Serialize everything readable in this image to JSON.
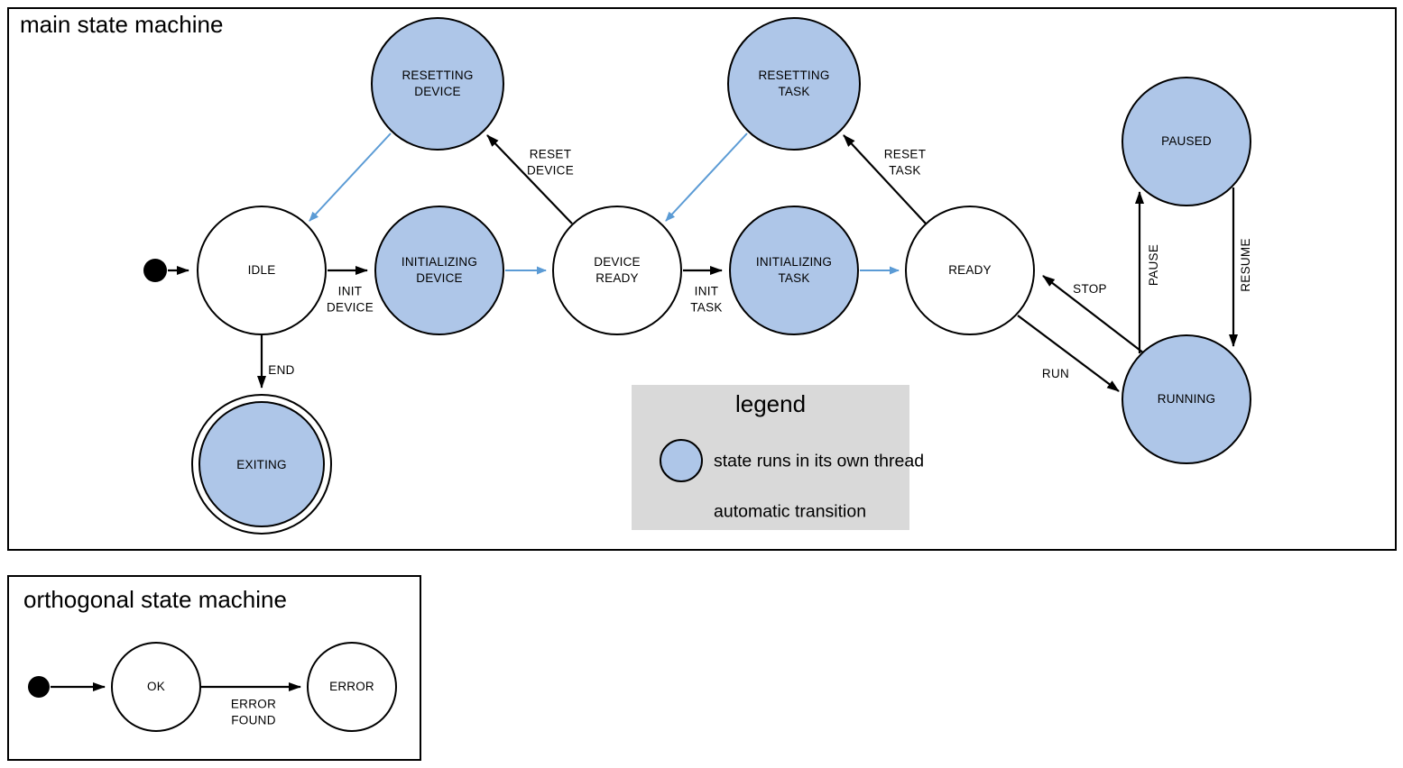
{
  "main": {
    "title": "main state machine",
    "states": {
      "idle": "IDLE",
      "initializing_device": "INITIALIZING DEVICE",
      "device_ready": "DEVICE READY",
      "initializing_task": "INITIALIZING TASK",
      "ready": "READY",
      "resetting_device": "RESETTING DEVICE",
      "resetting_task": "RESETTING TASK",
      "paused": "PAUSED",
      "running": "RUNNING",
      "exiting": "EXITING"
    },
    "transitions": {
      "init_device": "INIT DEVICE",
      "init_task": "INIT TASK",
      "reset_device": "RESET DEVICE",
      "reset_task": "RESET TASK",
      "run": "RUN",
      "stop": "STOP",
      "pause": "PAUSE",
      "resume": "RESUME",
      "end": "END"
    }
  },
  "legend": {
    "title": "legend",
    "threaded_state_label": "state runs in its own thread",
    "automatic_transition_label": "automatic transition"
  },
  "orthogonal": {
    "title": "orthogonal state machine",
    "states": {
      "ok": "OK",
      "error": "ERROR"
    },
    "transitions": {
      "error_found": "ERROR FOUND"
    }
  },
  "colors": {
    "state_fill": "#aec6e8",
    "automatic_transition": "#5b9bd5",
    "transition": "#000000",
    "legend_background": "#d9d9d9"
  }
}
